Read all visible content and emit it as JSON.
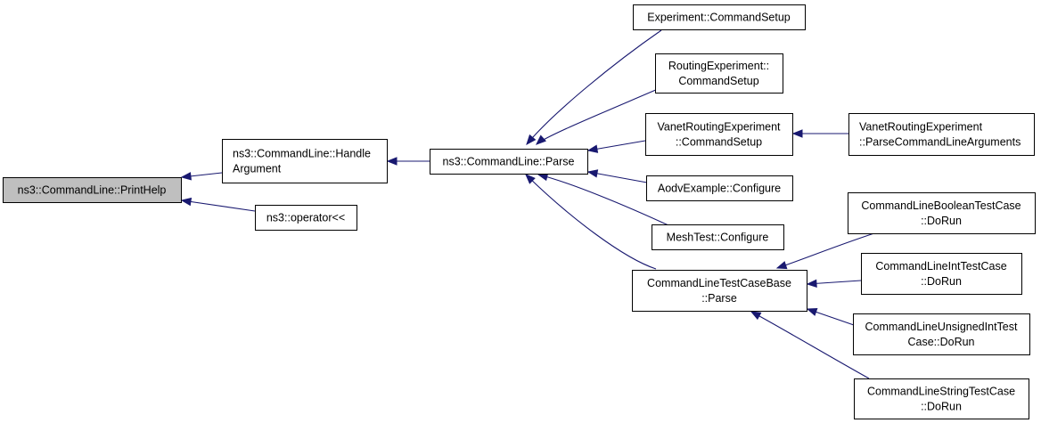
{
  "graph": {
    "nodes": [
      {
        "id": "printhelp",
        "lines": [
          "ns3::CommandLine::PrintHelp"
        ],
        "root": true
      },
      {
        "id": "handleargument",
        "lines": [
          "ns3::CommandLine::Handle",
          "Argument"
        ]
      },
      {
        "id": "operator",
        "lines": [
          "ns3::operator<<"
        ]
      },
      {
        "id": "parse",
        "lines": [
          "ns3::CommandLine::Parse"
        ]
      },
      {
        "id": "experiment",
        "lines": [
          "Experiment::CommandSetup"
        ]
      },
      {
        "id": "routingexp",
        "lines": [
          "RoutingExperiment::",
          "CommandSetup"
        ]
      },
      {
        "id": "vanetcmd",
        "lines": [
          "VanetRoutingExperiment",
          "::CommandSetup"
        ]
      },
      {
        "id": "vanetparse",
        "lines": [
          "VanetRoutingExperiment",
          "::ParseCommandLineArguments"
        ]
      },
      {
        "id": "aodv",
        "lines": [
          "AodvExample::Configure"
        ]
      },
      {
        "id": "mesh",
        "lines": [
          "MeshTest::Configure"
        ]
      },
      {
        "id": "testbase",
        "lines": [
          "CommandLineTestCaseBase",
          "::Parse"
        ]
      },
      {
        "id": "booltest",
        "lines": [
          "CommandLineBooleanTestCase",
          "::DoRun"
        ]
      },
      {
        "id": "inttest",
        "lines": [
          "CommandLineIntTestCase",
          "::DoRun"
        ]
      },
      {
        "id": "uinttest",
        "lines": [
          "CommandLineUnsignedIntTest",
          "Case::DoRun"
        ]
      },
      {
        "id": "stringtest",
        "lines": [
          "CommandLineStringTestCase",
          "::DoRun"
        ]
      }
    ],
    "edges": [
      {
        "from": "handleargument",
        "to": "printhelp"
      },
      {
        "from": "operator",
        "to": "printhelp"
      },
      {
        "from": "parse",
        "to": "handleargument"
      },
      {
        "from": "experiment",
        "to": "parse"
      },
      {
        "from": "routingexp",
        "to": "parse"
      },
      {
        "from": "vanetcmd",
        "to": "parse"
      },
      {
        "from": "aodv",
        "to": "parse"
      },
      {
        "from": "mesh",
        "to": "parse"
      },
      {
        "from": "testbase",
        "to": "parse"
      },
      {
        "from": "vanetparse",
        "to": "vanetcmd"
      },
      {
        "from": "booltest",
        "to": "testbase"
      },
      {
        "from": "inttest",
        "to": "testbase"
      },
      {
        "from": "uinttest",
        "to": "testbase"
      },
      {
        "from": "stringtest",
        "to": "testbase"
      }
    ],
    "colors": {
      "edge": "#191970",
      "root_fill": "#bfbfbf",
      "node_fill": "#ffffff",
      "node_border": "#000000"
    }
  }
}
